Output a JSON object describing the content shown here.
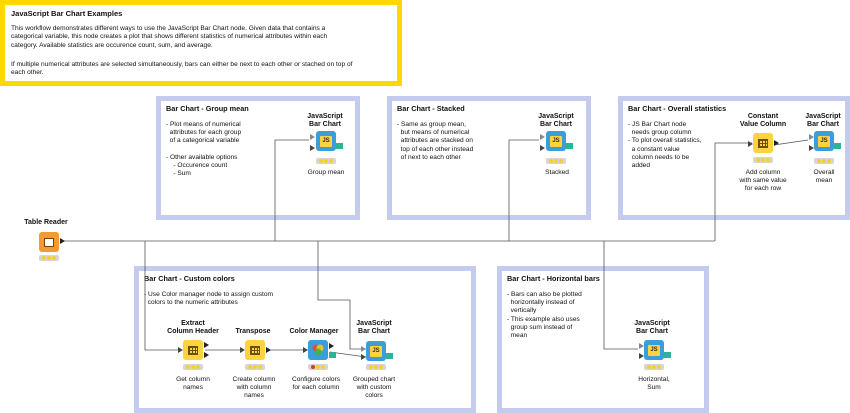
{
  "annotation": {
    "title": "JavaScript Bar Chart Examples",
    "para1_lines": [
      "This workflow demonstrates different ways to use the JavaScript Bar Chart node. Given data that contains a",
      "categorical variable, this node creates a plot that shows different statistics of numerical attributes within each",
      "category. Available statistics are occurence count, sum, and average."
    ],
    "para2_lines": [
      "If multiple numerical attributes are selected simultaneously, bars can either be next to each other or stached on top of",
      "each other."
    ]
  },
  "groups": {
    "group_mean": {
      "title": "Bar Chart - Group mean",
      "desc": "- Plot means of numerical\n  attributes for each group\n  of a categorical variable\n\n- Other available options\n    - Occurence count\n    - Sum"
    },
    "stacked": {
      "title": "Bar Chart - Stacked",
      "desc": "- Same as group mean,\n  but means of numerical\n  attributes are stacked on\n  top of each other instead\n  of next to each other"
    },
    "overall": {
      "title": "Bar Chart - Overall statistics",
      "desc": "- JS Bar Chart node\n  needs group column\n- To plot overall statistics,\n  a constant value\n  column needs to be\n  added"
    },
    "custom": {
      "title": "Bar Chart - Custom colors",
      "desc": "- Use Color manager node to assign custom\n  colors to the numeric attributes"
    },
    "horizontal": {
      "title": "Bar Chart - Horizontal bars",
      "desc": "- Bars can also be plotted\n  horizontally instead of\n  vertically\n- This example also uses\n  group sum instead of\n  mean"
    }
  },
  "nodes": {
    "table_reader": {
      "name": "Table Reader",
      "caption": "",
      "status": [
        "y",
        "y",
        "y"
      ]
    },
    "bar_mean": {
      "name": "JavaScript\nBar Chart",
      "caption": "Group mean",
      "status": [
        "y",
        "y",
        "y"
      ]
    },
    "bar_stacked": {
      "name": "JavaScript\nBar Chart",
      "caption": "Stacked",
      "status": [
        "y",
        "y",
        "y"
      ]
    },
    "const_col": {
      "name": "Constant\nValue Column",
      "caption": "Add column\nwith same value\nfor each row",
      "status": [
        "y",
        "y",
        "y"
      ]
    },
    "bar_overall": {
      "name": "JavaScript\nBar Chart",
      "caption": "Overall\nmean",
      "status": [
        "y",
        "y",
        "y"
      ]
    },
    "extract_header": {
      "name": "Extract\nColumn Header",
      "caption": "Get column\nnames",
      "status": [
        "y",
        "y",
        "y"
      ]
    },
    "transpose": {
      "name": "Transpose",
      "caption": "Create column\nwith column\nnames",
      "status": [
        "y",
        "y",
        "y"
      ]
    },
    "color_manager": {
      "name": "Color Manager",
      "caption": "Configure colors\nfor each column",
      "status": [
        "r",
        "y",
        "y"
      ]
    },
    "bar_custom": {
      "name": "JavaScript\nBar Chart",
      "caption": "Grouped chart\nwith custom\ncolors",
      "status": [
        "y",
        "y",
        "y"
      ]
    },
    "bar_horizontal": {
      "name": "JavaScript\nBar Chart",
      "caption": "Horizontal,\nSum",
      "status": [
        "y",
        "y",
        "y"
      ]
    }
  },
  "colors": {
    "annotation_border": "#ffd800",
    "group_border": "#c4cbee",
    "view_node": "#3a9fd8",
    "manipulator_node": "#ffd23f",
    "source_node": "#f39a33"
  },
  "icons": {
    "view_node": "js-icon",
    "manipulator_node": "table-grid-icon",
    "source_node": "table-reader-icon",
    "color_manager_node": "color-palette-icon"
  }
}
